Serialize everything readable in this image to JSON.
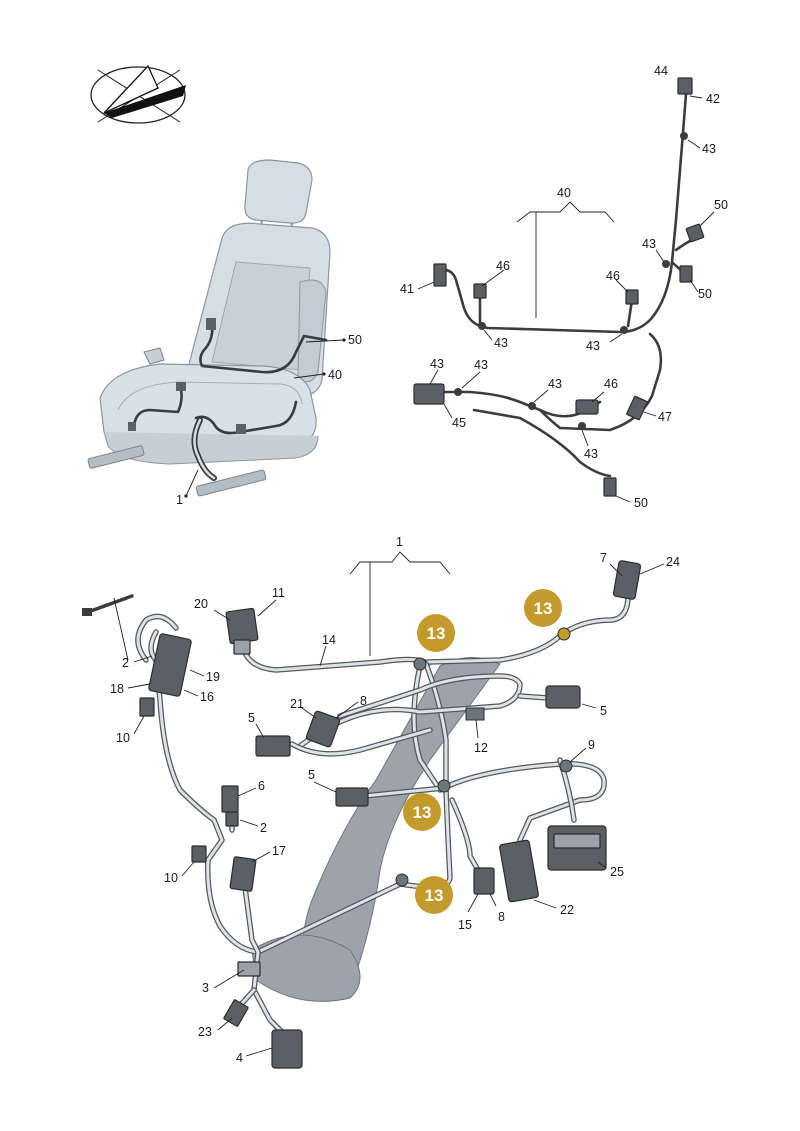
{
  "diagram": {
    "colors": {
      "highlight_marker": "#c39a2c",
      "highlight_text": "#ffffff",
      "harness_outline": "#55595c",
      "harness_fill": "#dde3e7",
      "seat_fill": "#d5dee3",
      "foam_band": "#9ca4aa"
    },
    "icons": [
      "orientation-arrow-icon",
      "seat-icon",
      "wiring-harness-icon",
      "connector-icon",
      "cable-tie-icon"
    ],
    "top_callouts": {
      "seat_50": "50",
      "seat_40": "40",
      "seat_1": "1",
      "group_40": "40",
      "c44": "44",
      "c42": "42",
      "c43_a": "43",
      "c50_a": "50",
      "c43_b": "43",
      "c50_b": "50",
      "c46_a": "46",
      "c41": "41",
      "c46_b": "46",
      "c43_c": "43",
      "c43_d": "43",
      "c43_e": "43",
      "c43_f": "43",
      "c43_g": "43",
      "c46_c": "46",
      "c45": "45",
      "c47": "47",
      "c43_h": "43",
      "c50_c": "50"
    },
    "bottom_callouts": {
      "group_1": "1",
      "c7": "7",
      "c24": "24",
      "c20": "20",
      "c11": "11",
      "c14": "14",
      "c2_a": "2",
      "c19": "19",
      "c18": "18",
      "c16": "16",
      "c10_a": "10",
      "c21": "21",
      "c8_a": "8",
      "c5_a": "5",
      "c5_b": "5",
      "c12": "12",
      "c5_c": "5",
      "c9": "9",
      "c6": "6",
      "c2_b": "2",
      "c17": "17",
      "c10_b": "10",
      "c25": "25",
      "c22": "22",
      "c8_b": "8",
      "c15": "15",
      "c3": "3",
      "c23": "23",
      "c4": "4"
    },
    "highlights": [
      "13",
      "13",
      "13",
      "13"
    ]
  }
}
